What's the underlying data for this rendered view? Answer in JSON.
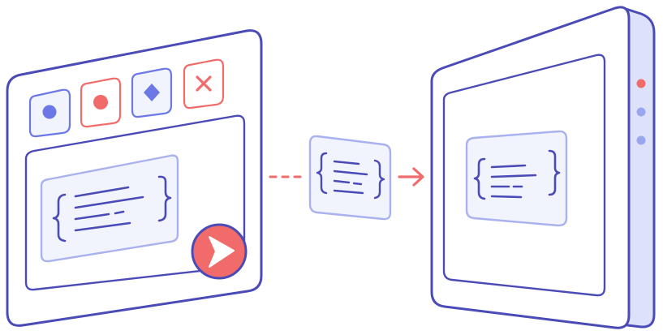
{
  "colors": {
    "stroke": "#4b4bb8",
    "lavender": "#a9b1ee",
    "panel_fill": "#f2f4fd",
    "side_fill": "#dde2fa",
    "coral": "#f26b6b",
    "blue_dot": "#6b78e6",
    "dot_light": "#9aa6f0",
    "white": "#ffffff"
  },
  "icons": {
    "editor_buttons": [
      "circle-icon",
      "record-icon",
      "diamond-icon",
      "close-icon"
    ],
    "run": "play-icon",
    "connector": "arrow-right-icon",
    "code": "curly-braces-icon",
    "status_leds": [
      "led-red",
      "led-blue",
      "led-blue"
    ]
  }
}
